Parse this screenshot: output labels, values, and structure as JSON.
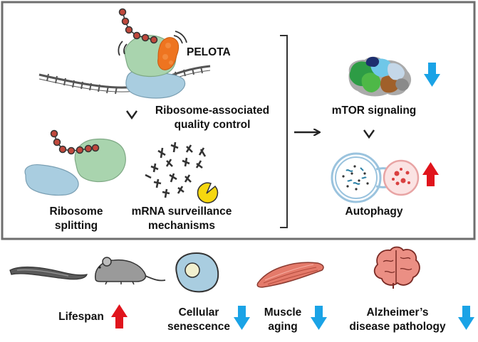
{
  "labels": {
    "pelota": "PELOTA",
    "rqc_line1": "Ribosome-associated",
    "rqc_line2": "quality control",
    "splitting_line1": "Ribosome",
    "splitting_line2": "splitting",
    "mrna_line1": "mRNA surveillance",
    "mrna_line2": "mechanisms",
    "mtor": "mTOR signaling",
    "autophagy": "Autophagy",
    "lifespan": "Lifespan",
    "senescence_line1": "Cellular",
    "senescence_line2": "senescence",
    "muscle_line1": "Muscle",
    "muscle_line2": "aging",
    "alz_line1": "Alzheimer’s",
    "alz_line2": "disease pathology"
  },
  "indicators": {
    "mtor": "down",
    "autophagy": "up",
    "lifespan": "up",
    "senescence": "down",
    "muscle": "down",
    "alzheimers": "down"
  },
  "colors": {
    "up_arrow": "#e0141c",
    "down_arrow": "#1aa3e6",
    "ribosome_large": "#a9d4ae",
    "ribosome_small": "#a9cde0",
    "pelota": "#ee7420",
    "peptide_bead": "#c0483c",
    "frame": "#6e6e6e"
  }
}
